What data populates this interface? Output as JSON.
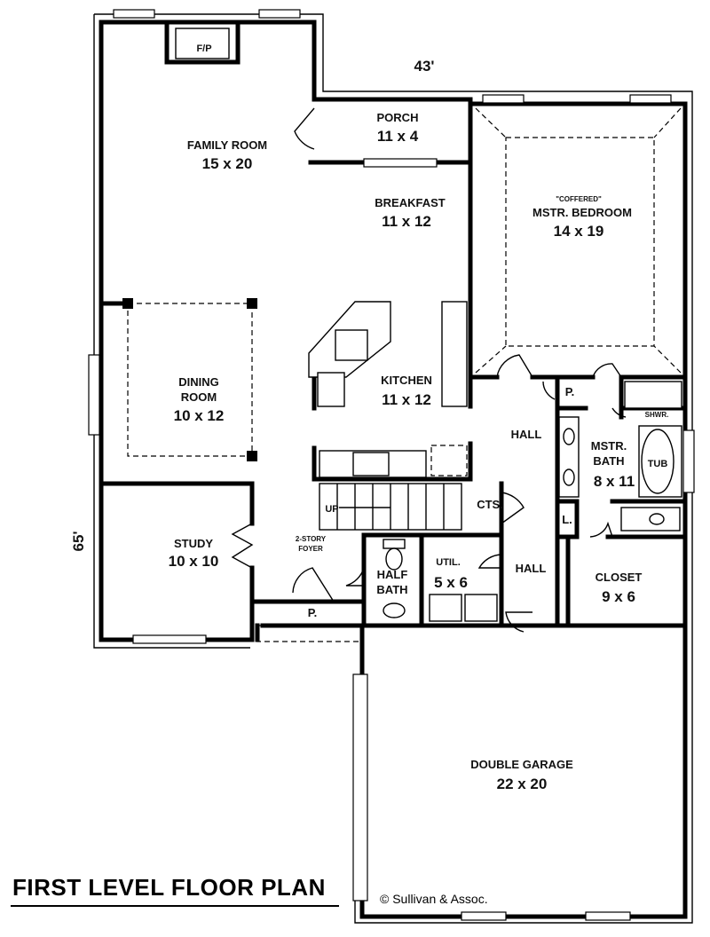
{
  "plan": {
    "title": "FIRST LEVEL FLOOR PLAN",
    "copyright": "© Sullivan & Assoc.",
    "dimensions": {
      "width": "43'",
      "depth": "65'"
    },
    "rooms": {
      "fireplace": "F/P",
      "family_room": {
        "name": "FAMILY ROOM",
        "size": "15 x 20"
      },
      "porch": {
        "name": "PORCH",
        "size": "11 x 4"
      },
      "breakfast": {
        "name": "BREAKFAST",
        "size": "11 x 12"
      },
      "master_bedroom": {
        "note": "\"COFFERED\"",
        "name": "MSTR. BEDROOM",
        "size": "14 x 19"
      },
      "dining_room": {
        "name_line1": "DINING",
        "name_line2": "ROOM",
        "size": "10 x 12"
      },
      "kitchen": {
        "name": "KITCHEN",
        "size": "11 x 12"
      },
      "hall_upper": "HALL",
      "pantry_bath": "P.",
      "shower": "SHWR.",
      "master_bath": {
        "name_line1": "MSTR.",
        "name_line2": "BATH",
        "size": "8 x 11"
      },
      "tub": "TUB",
      "stair_up": "UP",
      "closets": "CTS.",
      "linen": "L.",
      "study": {
        "name": "STUDY",
        "size": "10 x 10"
      },
      "foyer": {
        "name_line1": "2-STORY",
        "name_line2": "FOYER"
      },
      "half_bath": {
        "name_line1": "HALF",
        "name_line2": "BATH"
      },
      "utility": {
        "name": "UTIL.",
        "size": "5 x 6"
      },
      "hall_lower": "HALL",
      "closet": {
        "name": "CLOSET",
        "size": "9 x 6"
      },
      "pantry_front": "P.",
      "garage": {
        "name": "DOUBLE GARAGE",
        "size": "22 x 20"
      }
    }
  }
}
